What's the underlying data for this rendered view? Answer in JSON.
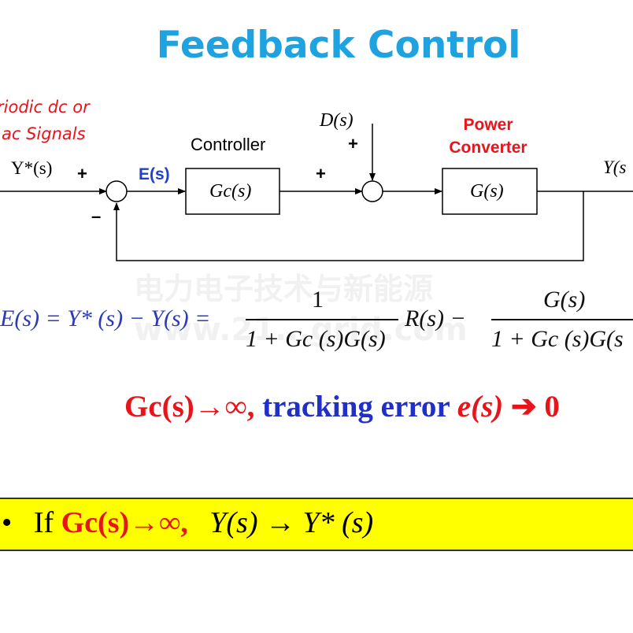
{
  "title": "Feedback Control",
  "input_note": {
    "line1": "riodic dc or",
    "line2": "ac Signals"
  },
  "labels": {
    "reference": "Y*(s)",
    "plus_sum1": "+",
    "minus_sum1": "–",
    "error": "E(s)",
    "controller_caption": "Controller",
    "controller_block": "Gc(s)",
    "plus_sum2_left": "+",
    "disturbance": "D(s)",
    "plus_sum2_top": "+",
    "plant_caption_line1": "Power",
    "plant_caption_line2": "Converter",
    "plant_block": "G(s)",
    "output": "Y(s"
  },
  "watermark": {
    "line1": "电力电子技术与新能源",
    "line2": "www.21...grid.com"
  },
  "equation": {
    "lhs": "E(s) = Y* (s) − Y(s) =",
    "frac1_num": "1",
    "frac1_den": "1 + Gc (s)G(s)",
    "term1": "R(s) −",
    "frac2_num": "G(s)",
    "frac2_den": "1 + Gc (s)G(s"
  },
  "tracking": {
    "part1": "Gc(s)→∞, ",
    "part2": "tracking error ",
    "part3": "e(s)",
    "part4": " ➔ 0"
  },
  "banner": {
    "bullet": "•",
    "if": "If ",
    "condition": "Gc(s)→∞,",
    "result": "Y(s) → Y* (s)"
  },
  "colors": {
    "title": "#1fa3e0",
    "red": "#e8141b",
    "blue": "#1f3fcc",
    "banner": "#ffff00"
  }
}
